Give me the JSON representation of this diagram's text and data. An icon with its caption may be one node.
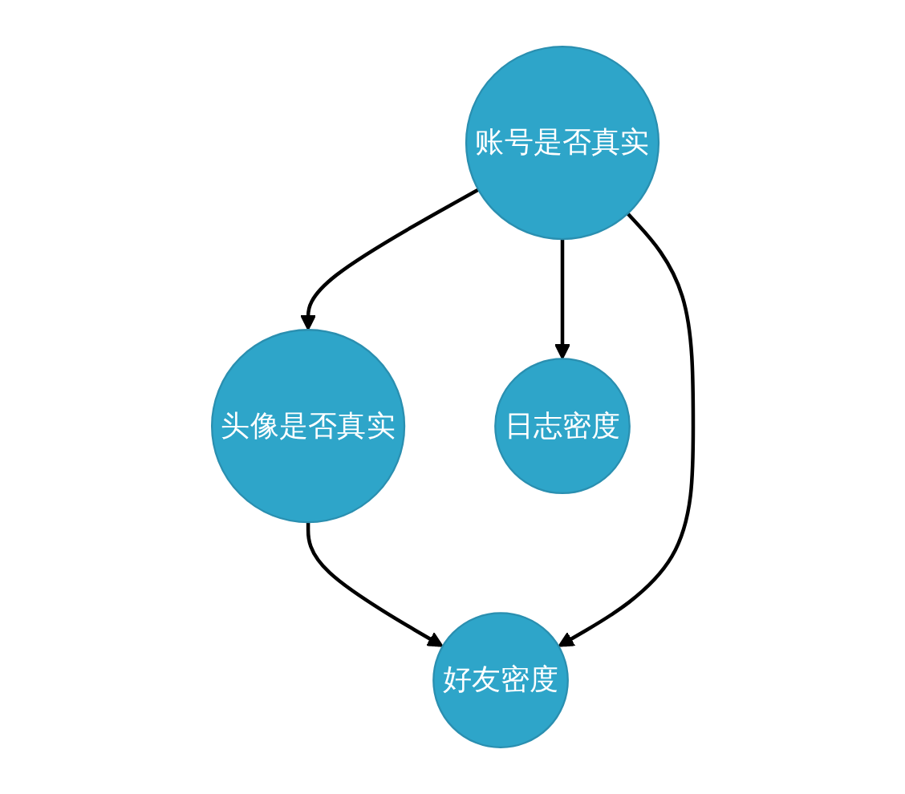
{
  "diagram": {
    "nodes": [
      {
        "text": [
          "账号是否真实"
        ]
      },
      {
        "text": [
          "头像是否真实"
        ]
      },
      {
        "text": [
          "日志密度"
        ]
      },
      {
        "text": [
          "好友密度"
        ]
      }
    ],
    "edges": [
      {
        "from": 0,
        "to": 1,
        "arrow": "to"
      },
      {
        "from": 1,
        "to": 3,
        "arrow": "to"
      },
      {
        "from": 0,
        "to": 3,
        "arrow": "to"
      },
      {
        "from": 0,
        "to": 2,
        "arrow": "to"
      }
    ]
  }
}
